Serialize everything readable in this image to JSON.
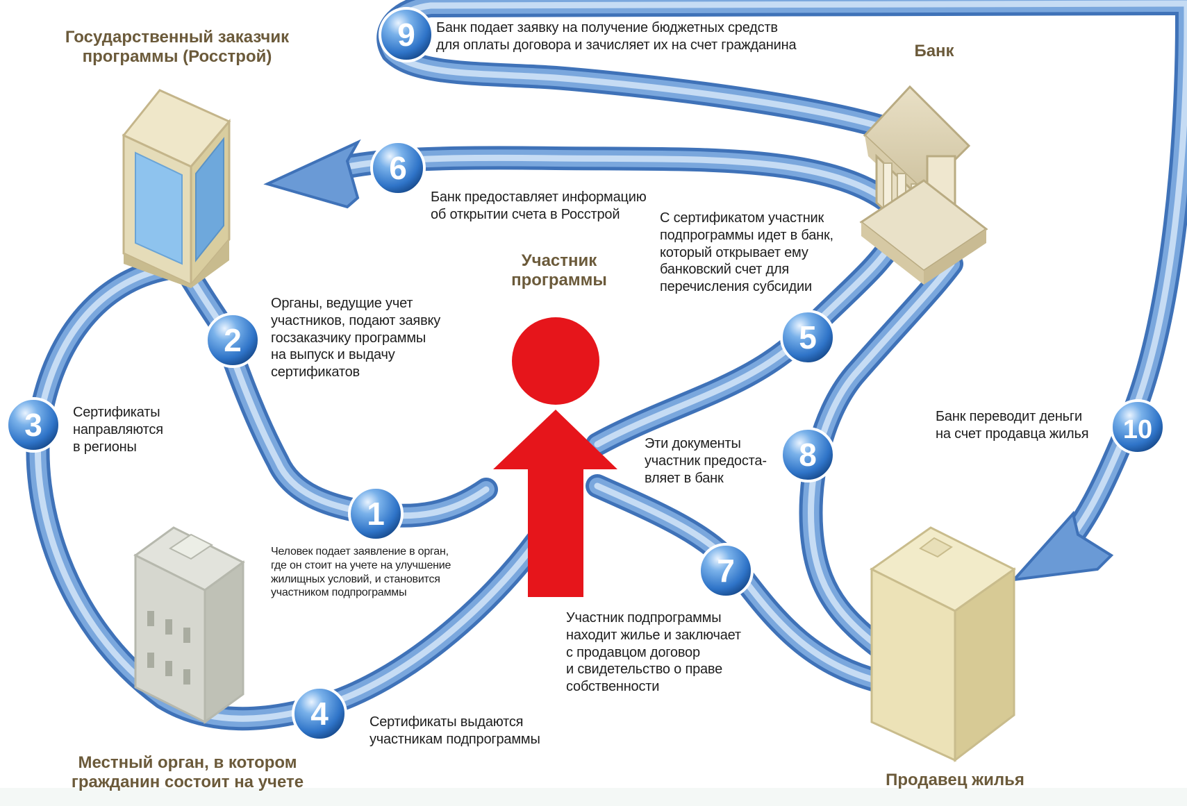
{
  "nodes": {
    "customer": {
      "title_lines": [
        "Государственный заказчик",
        "программы (Росстрой)"
      ]
    },
    "bank": {
      "title_lines": [
        "Банк"
      ]
    },
    "participant": {
      "title_lines": [
        "Участник",
        "программы"
      ]
    },
    "local": {
      "title_lines": [
        "Местный орган, в котором",
        "гражданин состоит на учете"
      ]
    },
    "seller": {
      "title_lines": [
        "Продавец жилья"
      ]
    }
  },
  "steps": [
    {
      "number": "1",
      "lines": [
        "Человек подает заявление в орган,",
        "где он стоит на учете на улучшение",
        "жилищных условий, и становится",
        "участником подпрограммы"
      ]
    },
    {
      "number": "2",
      "lines": [
        "Органы, ведущие учет",
        "участников, подают заявку",
        "госзаказчику программы",
        "на выпуск и выдачу",
        "сертификатов"
      ]
    },
    {
      "number": "3",
      "lines": [
        "Сертификаты",
        "направляются",
        "в регионы"
      ]
    },
    {
      "number": "4",
      "lines": [
        "Сертификаты выдаются",
        "участникам подпрограммы"
      ]
    },
    {
      "number": "5",
      "lines": [
        "С сертификатом участник",
        "подпрограммы идет в банк,",
        "который открывает ему",
        "банковский счет для",
        "перечисления субсидии"
      ]
    },
    {
      "number": "6",
      "lines": [
        "Банк предоставляет информацию",
        "об открытии счета в Росстрой"
      ]
    },
    {
      "number": "7",
      "lines": [
        "Участник подпрограммы",
        "находит жилье и заключает",
        "с продавцом договор",
        "и свидетельство о праве",
        "собственности"
      ]
    },
    {
      "number": "8",
      "lines": [
        "Эти документы",
        "участник предоста-",
        "вляет в банк"
      ]
    },
    {
      "number": "9",
      "lines": [
        "Банк подает заявку на получение бюджетных средств",
        "для оплаты договора и зачисляет их на счет гражданина"
      ]
    },
    {
      "number": "10",
      "lines": [
        "Банк переводит деньги",
        "на счет продавца жилья"
      ]
    }
  ],
  "colors": {
    "tube_dark": "#3f72b8",
    "tube_light": "#c6dcf4",
    "badge": "#2f74c8",
    "person": "#e6151b",
    "title": "#6b5a3a",
    "text": "#1d1d1d"
  },
  "icons": {
    "customer": "office-tower-icon",
    "bank": "bank-building-icon",
    "local": "local-office-building-icon",
    "seller": "residential-building-icon",
    "participant": "person-icon"
  }
}
